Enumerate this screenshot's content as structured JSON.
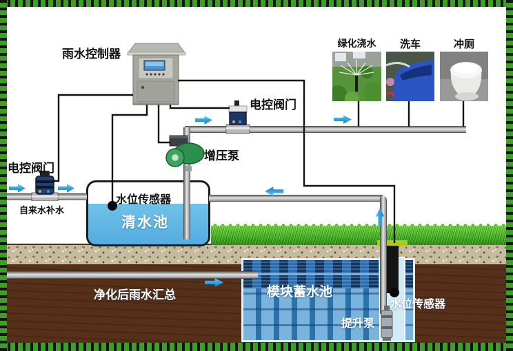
{
  "labels": {
    "controller": "雨水控制器",
    "valve_left": "电控阀门",
    "valve_right": "电控阀门",
    "booster_pump": "增压泵",
    "clean_tank": "清水池",
    "clean_tank_sensor": "水位传感器",
    "tap_water_supply": "自来水补水",
    "collected_rainwater": "净化后雨水汇总",
    "module_storage_tank": "模块蓄水池",
    "storage_tank_sensor": "水位传感器",
    "lift_pump": "提升泵"
  },
  "usages": [
    {
      "label": "绿化浇水"
    },
    {
      "label": "洗车"
    },
    {
      "label": "冲厕"
    }
  ],
  "colors": {
    "arrow_blue": "#29a2e4",
    "water_blue": "#5cb8e4",
    "module_dark_blue": "#12355e",
    "module_blue": "#2f85c8",
    "grass_green": "#3fae1e",
    "soil_brown": "#57301a",
    "gravel_tan": "#c9bfa4",
    "pipe_gray": "#9a9a9a",
    "border_green": "#3f9e2a",
    "wire_black": "#111111"
  }
}
